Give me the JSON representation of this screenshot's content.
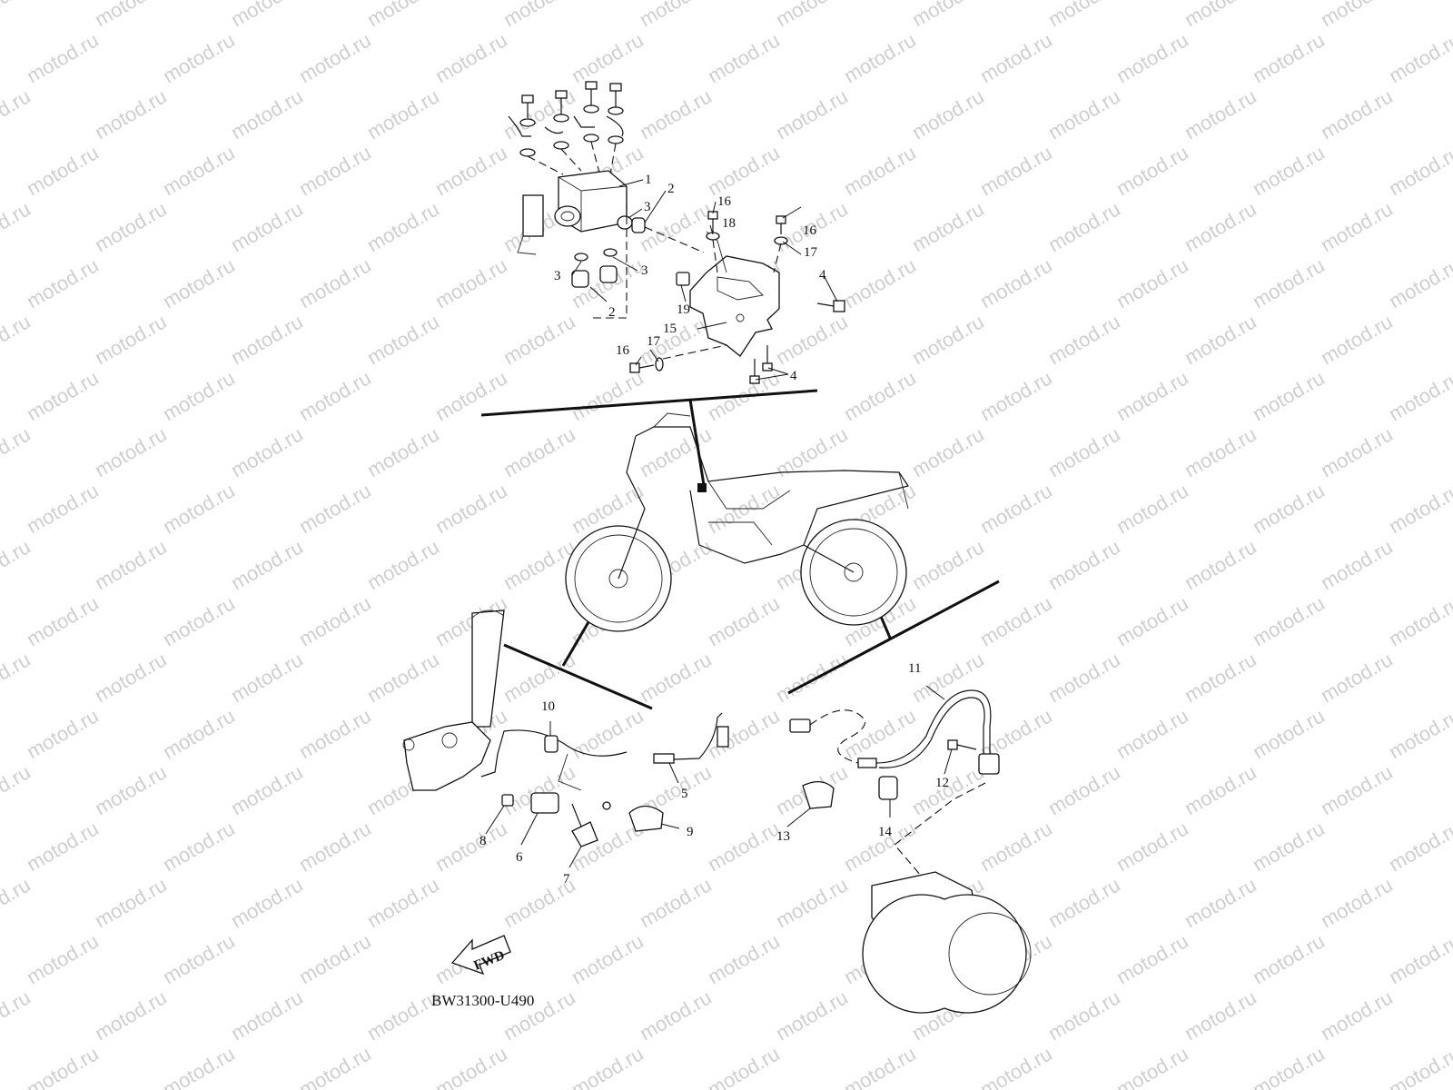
{
  "watermark": {
    "text": "motod.ru"
  },
  "diagram": {
    "code": "BW31300-U490",
    "fwd_label": "FWD",
    "callouts": [
      {
        "id": "c1",
        "text": "1"
      },
      {
        "id": "c2a",
        "text": "2"
      },
      {
        "id": "c2b",
        "text": "2"
      },
      {
        "id": "c3a",
        "text": "3"
      },
      {
        "id": "c3b",
        "text": "3"
      },
      {
        "id": "c3c",
        "text": "3"
      },
      {
        "id": "c4a",
        "text": "4"
      },
      {
        "id": "c4b",
        "text": "4"
      },
      {
        "id": "c5",
        "text": "5"
      },
      {
        "id": "c6",
        "text": "6"
      },
      {
        "id": "c7",
        "text": "7"
      },
      {
        "id": "c8",
        "text": "8"
      },
      {
        "id": "c9",
        "text": "9"
      },
      {
        "id": "c10",
        "text": "10"
      },
      {
        "id": "c11",
        "text": "11"
      },
      {
        "id": "c12",
        "text": "12"
      },
      {
        "id": "c13",
        "text": "13"
      },
      {
        "id": "c14",
        "text": "14"
      },
      {
        "id": "c15",
        "text": "15"
      },
      {
        "id": "c16a",
        "text": "16"
      },
      {
        "id": "c16b",
        "text": "16"
      },
      {
        "id": "c16c",
        "text": "16"
      },
      {
        "id": "c17a",
        "text": "17"
      },
      {
        "id": "c17b",
        "text": "17"
      },
      {
        "id": "c18",
        "text": "18"
      },
      {
        "id": "c19",
        "text": "19"
      }
    ]
  }
}
